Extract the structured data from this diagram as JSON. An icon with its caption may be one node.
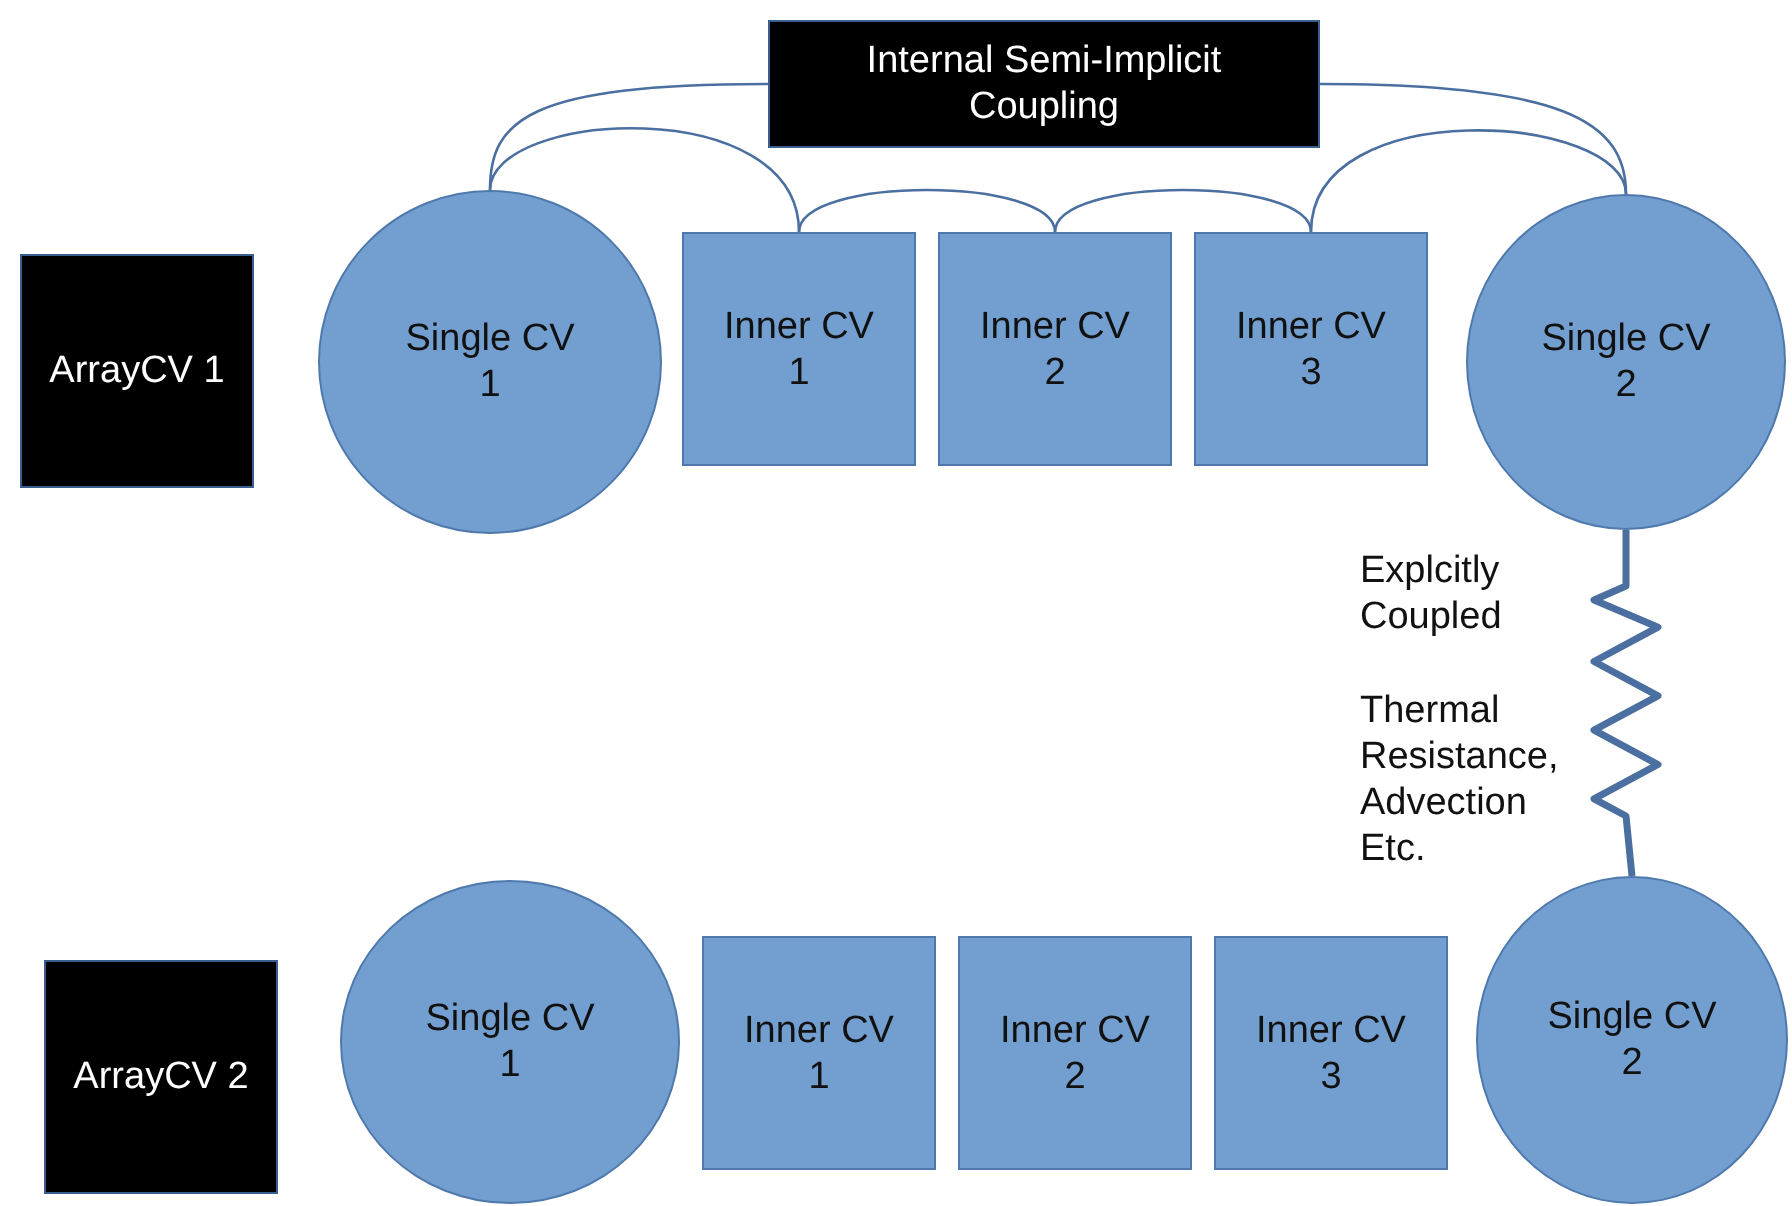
{
  "diagram": {
    "nodes": [
      {
        "text": [
          "Internal Semi-Implicit Coupling"
        ]
      },
      {
        "text": [
          "ArrayCV 1"
        ]
      },
      {
        "text": [
          "Single CV 1"
        ]
      },
      {
        "text": [
          "Inner CV 1"
        ]
      },
      {
        "text": [
          "Inner CV 2"
        ]
      },
      {
        "text": [
          "Inner CV 3"
        ]
      },
      {
        "text": [
          "Single CV 2"
        ]
      },
      {
        "text": [
          "ArrayCV 2"
        ]
      },
      {
        "text": [
          "Single CV 1"
        ]
      },
      {
        "text": [
          "Inner CV 1"
        ]
      },
      {
        "text": [
          "Inner CV 2"
        ]
      },
      {
        "text": [
          "Inner CV 3"
        ]
      },
      {
        "text": [
          "Single CV 2"
        ]
      }
    ],
    "edges": [
      {
        "from": 0,
        "to": 2,
        "arrow": "none"
      },
      {
        "from": 0,
        "to": 6,
        "arrow": "none"
      },
      {
        "from": 2,
        "to": 3,
        "arrow": "none"
      },
      {
        "from": 3,
        "to": 4,
        "arrow": "none"
      },
      {
        "from": 4,
        "to": 5,
        "arrow": "none"
      },
      {
        "from": 5,
        "to": 6,
        "arrow": "none"
      },
      {
        "from": 6,
        "to": 12,
        "arrow": "none",
        "style": "thick",
        "label": "Explcitly Coupled"
      }
    ],
    "labels": [
      "Thermal Resistance, Advection Etc."
    ]
  }
}
